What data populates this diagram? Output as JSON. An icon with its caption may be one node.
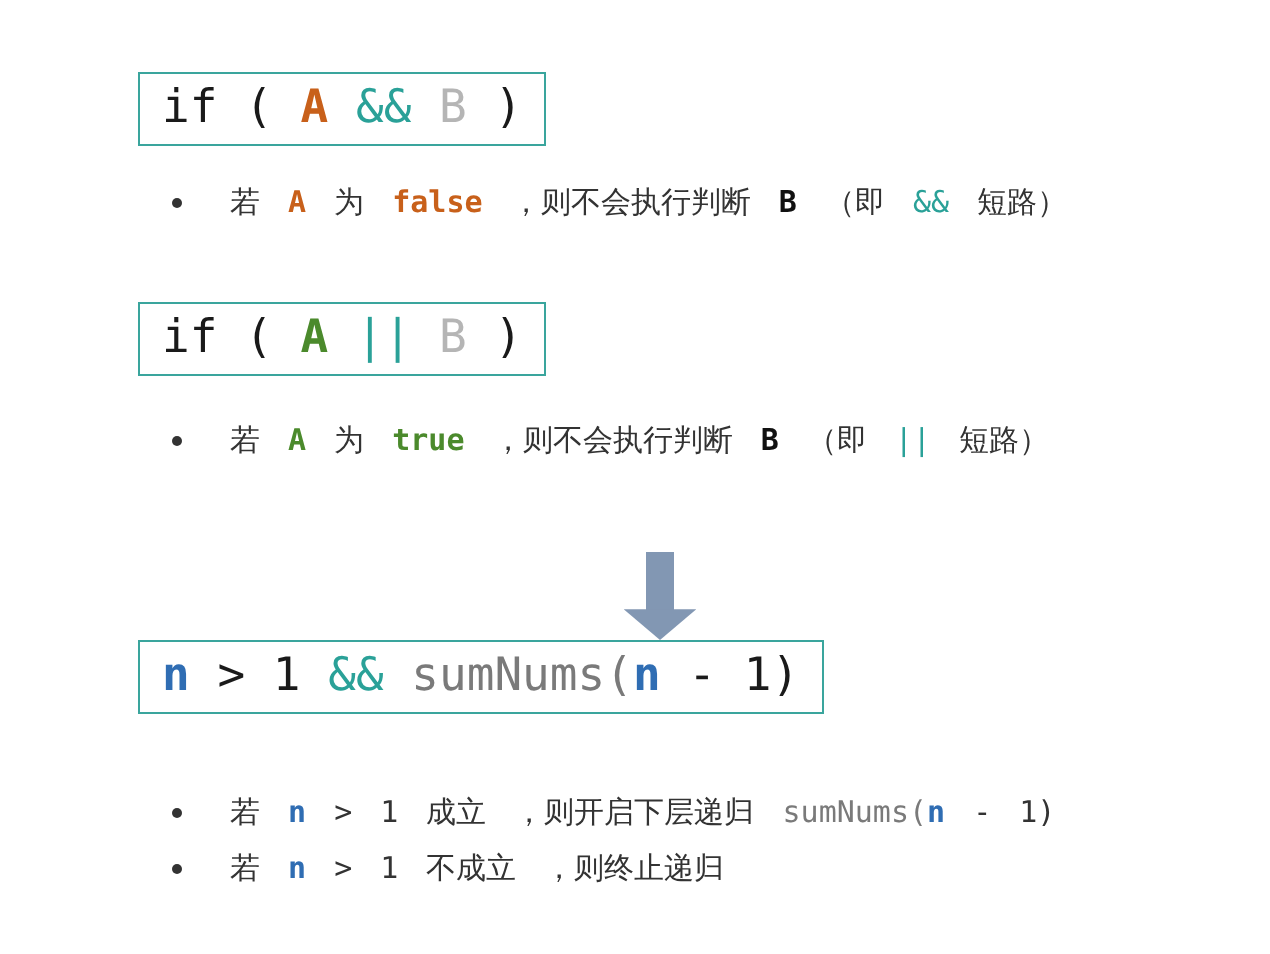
{
  "diagram": {
    "nodes": [
      {
        "text": [
          "if ( **A** && B )"
        ],
        "beside": [
          "若 **A** 为 **false** ，则不会执行判断 **B** （即 && 短路）"
        ]
      },
      {
        "text": [
          "if ( **A** || B )"
        ],
        "beside": [
          "若 **A** 为 **true** ，则不会执行判断 **B** （即 || 短路）"
        ]
      },
      {
        "text": [
          "**n** > 1 && sumNums(**n** - 1)"
        ],
        "beside": [
          "若 **n** > 1 成立 ，则开启下层递归 sumNums(**n** - 1)",
          "若 **n** > 1 不成立 ，则终止递归"
        ]
      }
    ],
    "edges": [
      {
        "from": null,
        "to": 2,
        "arrow": "to",
        "color": "#8297b3"
      }
    ]
  }
}
